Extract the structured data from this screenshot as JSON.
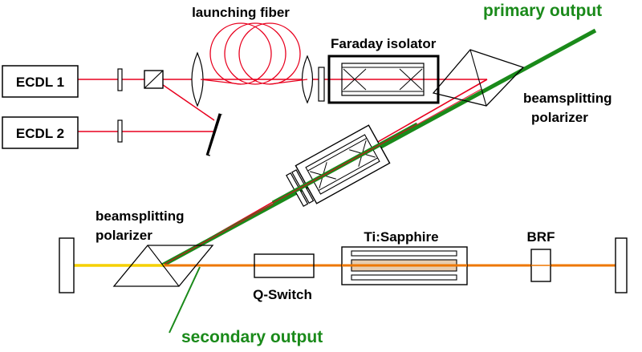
{
  "labels": {
    "launching_fiber": "launching fiber",
    "primary_output": "primary output",
    "faraday_isolator": "Faraday isolator",
    "ecdl1": "ECDL 1",
    "ecdl2": "ECDL 2",
    "bsp_top_line1": "beamsplitting",
    "bsp_top_line2": "polarizer",
    "bsp_bottom_line1": "beamsplitting",
    "bsp_bottom_line2": "polarizer",
    "ti_sapphire": "Ti:Sapphire",
    "brf": "BRF",
    "q_switch": "Q-Switch",
    "secondary_output": "secondary output"
  },
  "colors": {
    "red_beam": "#e8001e",
    "green_beam": "#1a8a1a",
    "orange_beam": "#ee7700",
    "yellow_beam": "#f5d000",
    "crystal_fill": "#e7cdb1",
    "output_label_green": "#1a8a1a",
    "black": "#000000"
  }
}
